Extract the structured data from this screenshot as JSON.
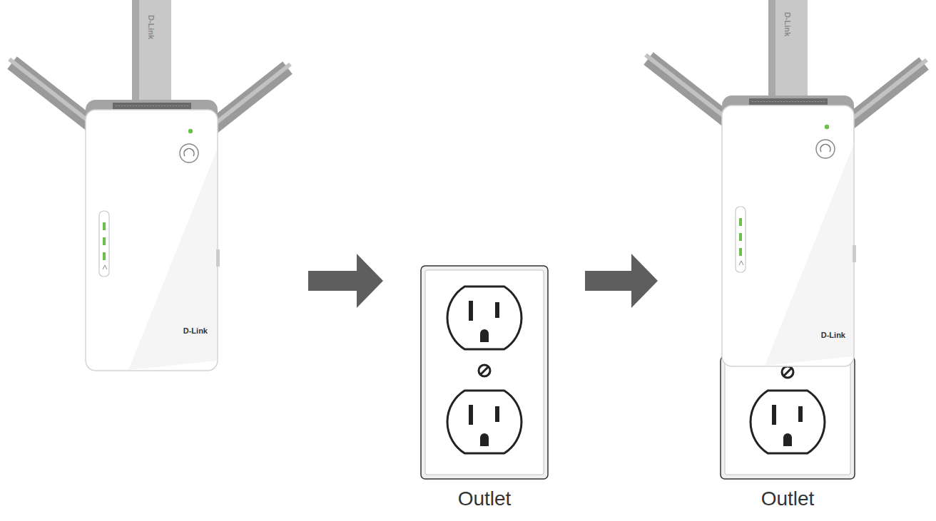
{
  "diagram": {
    "nodes": [
      {
        "text": [
          "D-Link"
        ]
      },
      {
        "text": [
          "Outlet"
        ]
      },
      {
        "text": [
          "Outlet"
        ]
      }
    ],
    "edges": [
      {
        "from": 0,
        "to": 1,
        "arrow": "to"
      },
      {
        "from": 1,
        "to": 2,
        "arrow": "to"
      }
    ],
    "labels": [
      "D-Link",
      "D-Link",
      "D-Link"
    ]
  }
}
